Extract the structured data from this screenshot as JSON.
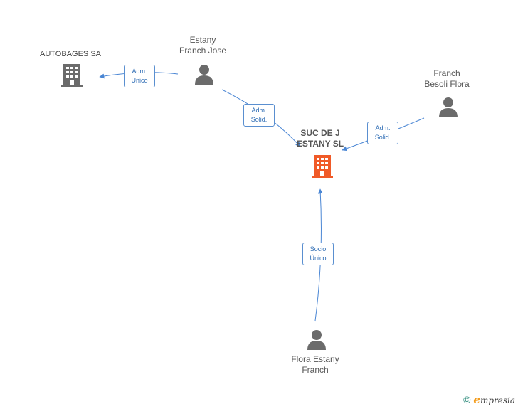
{
  "nodes": {
    "autobages": {
      "label": "AUTOBAGES SA",
      "type": "company",
      "icon": "building-icon",
      "color": "#6b6b6b"
    },
    "estany_jose": {
      "label_line1": "Estany",
      "label_line2": "Franch Jose",
      "type": "person",
      "icon": "person-icon",
      "color": "#6b6b6b"
    },
    "besoli": {
      "label_line1": "Franch",
      "label_line2": "Besoli Flora",
      "type": "person",
      "icon": "person-icon",
      "color": "#6b6b6b"
    },
    "suc": {
      "label_line1": "SUC DE J",
      "label_line2": "ESTANY SL",
      "type": "company",
      "icon": "building-icon",
      "color": "#f05a28"
    },
    "flora": {
      "label_line1": "Flora Estany",
      "label_line2": "Franch",
      "type": "person",
      "icon": "person-icon",
      "color": "#6b6b6b"
    }
  },
  "edges": {
    "adm_unico": {
      "line1": "Adm.",
      "line2": "Unico",
      "from": "Estany Franch Jose",
      "to": "AUTOBAGES SA"
    },
    "adm_solid_1": {
      "line1": "Adm.",
      "line2": "Solid.",
      "from": "Estany Franch Jose",
      "to": "SUC DE J ESTANY SL"
    },
    "adm_solid_2": {
      "line1": "Adm.",
      "line2": "Solid.",
      "from": "Franch Besoli Flora",
      "to": "SUC DE J ESTANY SL"
    },
    "socio_unico": {
      "line1": "Socio",
      "line2": "Único",
      "from": "Flora Estany Franch",
      "to": "SUC DE J ESTANY SL"
    }
  },
  "colors": {
    "edge": "#4a86d4",
    "edge_label_text": "#2f6db5",
    "focus": "#f05a28",
    "node": "#6b6b6b"
  },
  "footer": {
    "copyright": "©",
    "brand_initial": "e",
    "brand_rest": "mpresia"
  }
}
